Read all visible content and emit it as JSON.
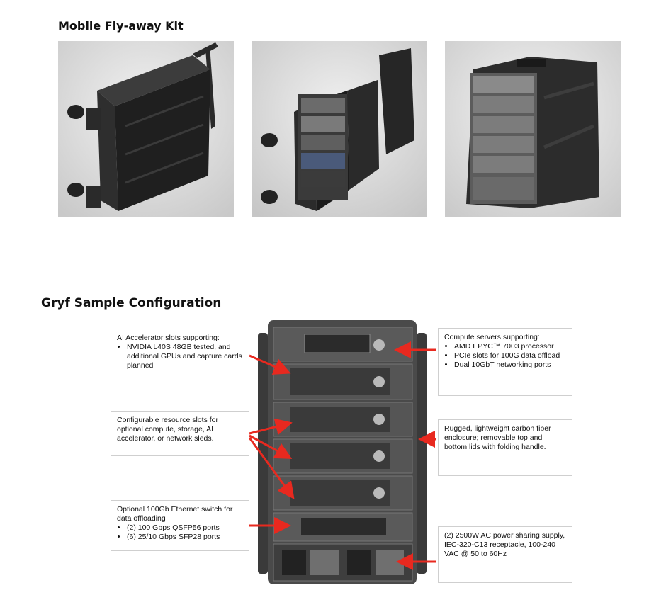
{
  "section1": {
    "title": "Mobile Fly-away Kit",
    "photos": [
      {
        "name": "kit-photo-closed"
      },
      {
        "name": "kit-photo-open"
      },
      {
        "name": "kit-photo-rear"
      }
    ]
  },
  "section2": {
    "title": "Gryf Sample Configuration",
    "callouts": {
      "ai": {
        "heading": "AI Accelerator slots supporting:",
        "bullets": [
          "NVIDIA L40S 48GB tested, and additional GPUs and capture cards planned"
        ]
      },
      "compute": {
        "heading": "Compute servers supporting:",
        "bullets": [
          "AMD EPYC™ 7003 processor",
          "PCIe slots for 100G data offload",
          "Dual 10GbT networking ports"
        ]
      },
      "resource": {
        "text": "Configurable resource slots for optional compute, storage, AI accelerator, or network sleds."
      },
      "enclosure": {
        "text": "Rugged, lightweight carbon fiber enclosure; removable top and bottom lids with folding handle."
      },
      "switch": {
        "heading": "Optional 100Gb Ethernet switch for data offloading",
        "bullets": [
          "(2) 100 Gbps QSFP56 ports",
          "(6) 25/10 Gbps SFP28 ports"
        ]
      },
      "power": {
        "text": "(2) 2500W AC power sharing supply, IEC-320-C13 receptacle, 100-240 VAC @ 50 to 60Hz"
      }
    },
    "arrow_color": "#e8291f"
  }
}
